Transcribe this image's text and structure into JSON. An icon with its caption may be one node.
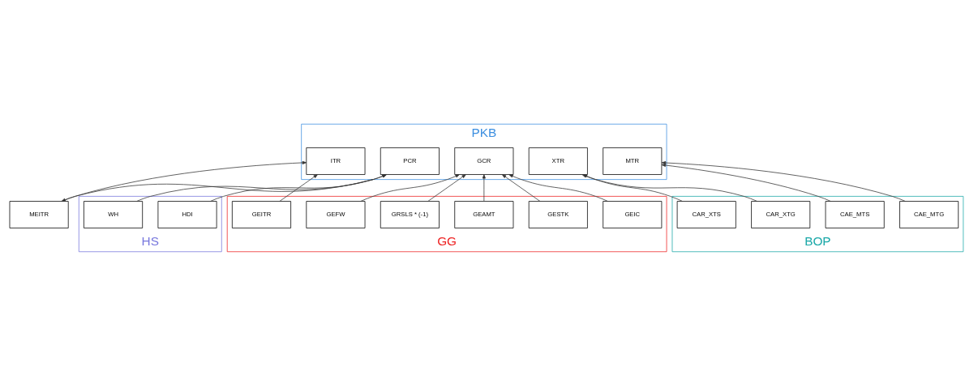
{
  "diagram": {
    "nodes": [
      {
        "text": [
          "PKB"
        ]
      },
      {
        "text": [
          "PCR"
        ],
        "in": 0
      },
      {
        "text": [
          "ITR"
        ],
        "in": 0
      },
      {
        "text": [
          "GCR"
        ],
        "in": 0
      },
      {
        "text": [
          "XTR"
        ],
        "in": 0
      },
      {
        "text": [
          "MTR"
        ],
        "in": 0
      },
      {
        "text": [
          "HS"
        ]
      },
      {
        "text": [
          "HDI"
        ],
        "in": 6
      },
      {
        "text": [
          "WH"
        ],
        "in": 6
      },
      {
        "text": [
          "MEITR"
        ]
      },
      {
        "text": [
          "GG"
        ]
      },
      {
        "text": [
          "GEITR"
        ],
        "in": 10
      },
      {
        "text": [
          "GEFW"
        ],
        "in": 10
      },
      {
        "text": [
          "GEIC"
        ],
        "in": 10
      },
      {
        "text": [
          "GESTK"
        ],
        "in": 10
      },
      {
        "text": [
          "GEAMT"
        ],
        "in": 10
      },
      {
        "text": [
          "GRSLS * (-1)"
        ],
        "in": 10
      },
      {
        "text": [
          "BOP"
        ]
      },
      {
        "text": [
          "CAR_XTG"
        ],
        "in": 17
      },
      {
        "text": [
          "CAR_XTS"
        ],
        "in": 17
      },
      {
        "text": [
          "CAE_MTG"
        ],
        "in": 17
      },
      {
        "text": [
          "CAE_MTS"
        ],
        "in": 17
      }
    ],
    "edges": [
      {
        "from": 7,
        "to": 1,
        "arrow": "to"
      },
      {
        "from": 8,
        "to": 1,
        "arrow": "to"
      },
      {
        "from": 9,
        "to": 2,
        "arrow": "to"
      },
      {
        "from": 11,
        "to": 2,
        "arrow": "to"
      },
      {
        "from": 12,
        "to": 3,
        "arrow": "to"
      },
      {
        "from": 13,
        "to": 3,
        "arrow": "to"
      },
      {
        "from": 14,
        "to": 3,
        "arrow": "to"
      },
      {
        "from": 15,
        "to": 3,
        "arrow": "to"
      },
      {
        "from": 16,
        "to": 3,
        "arrow": "to"
      },
      {
        "from": 18,
        "to": 4,
        "arrow": "to"
      },
      {
        "from": 19,
        "to": 4,
        "arrow": "to"
      },
      {
        "from": 20,
        "to": 5,
        "arrow": "to"
      },
      {
        "from": 21,
        "to": 5,
        "arrow": "to"
      },
      {
        "from": 0,
        "to": 9,
        "arrow": "to"
      }
    ]
  }
}
